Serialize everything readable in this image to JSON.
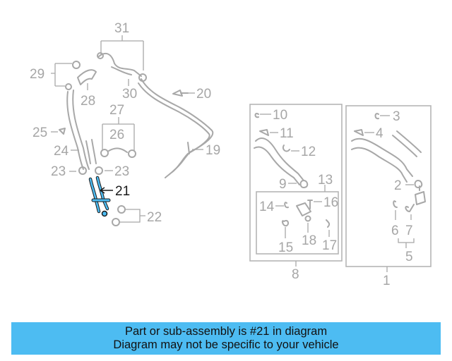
{
  "diagram": {
    "callouts": {
      "n1": "1",
      "n2": "2",
      "n3": "3",
      "n4": "4",
      "n5": "5",
      "n6": "6",
      "n7": "7",
      "n8": "8",
      "n9": "9",
      "n10": "10",
      "n11": "11",
      "n12": "12",
      "n13": "13",
      "n14": "14",
      "n15": "15",
      "n16": "16",
      "n17": "17",
      "n18": "18",
      "n19": "19",
      "n20": "20",
      "n21": "21",
      "n22": "22",
      "n23a": "23",
      "n23b": "23",
      "n24": "24",
      "n25": "25",
      "n26": "26",
      "n27": "27",
      "n28": "28",
      "n29": "29",
      "n30": "30",
      "n31": "31"
    },
    "highlighted_part": "21",
    "highlight_color": "#4dbcf2"
  },
  "banner": {
    "line1": "Part or sub-assembly is #21 in diagram",
    "line2": "Diagram may not be specific to your vehicle",
    "background": "#4dbcf2"
  }
}
